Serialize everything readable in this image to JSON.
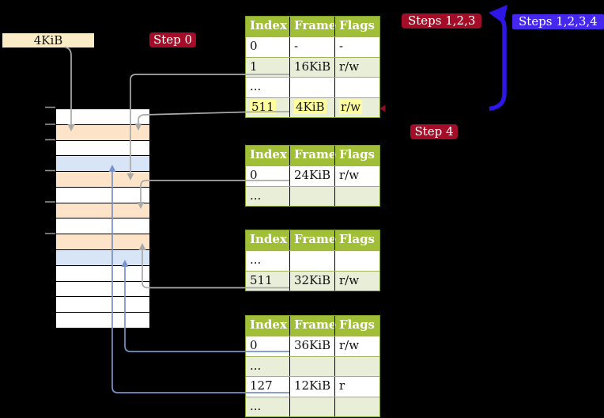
{
  "labels": {
    "page_size_box": "4KiB",
    "step0_badge": "Step 0",
    "steps123_badge": "Steps 1,2,3",
    "steps1234_badge": "Steps 1,2,3,4",
    "step4_badge": "Step 4"
  },
  "colors": {
    "badge_red": "#a30d28",
    "badge_blue": "#4527ee",
    "thick_arrow_blue": "#2e17e6",
    "connector_gray": "#a9a9a9",
    "connector_blue": "#7792c8",
    "tick_gray": "#909090",
    "table_header_green": "#a1bf36",
    "table_shaded_row_green": "#e9eed9",
    "highlight_yellow": "#ffff9d",
    "stack_white": "#ffffff",
    "stack_peach": "#fde3c7",
    "stack_blue": "#d8e5f6",
    "label_box_cream": "#f9ecc6",
    "mini_arrow_red": "#8c0f26"
  },
  "page_tables": [
    {
      "name": "page-table-top",
      "headers": [
        "Index",
        "Frame",
        "Flags"
      ],
      "rows": [
        {
          "cells": [
            "0",
            "-",
            "-"
          ],
          "shaded": false,
          "highlighted": false
        },
        {
          "cells": [
            "1",
            "16KiB",
            "r/w"
          ],
          "shaded": true,
          "highlighted": false
        },
        {
          "cells": [
            "...",
            "",
            ""
          ],
          "shaded": false,
          "highlighted": false
        },
        {
          "cells": [
            "511",
            "4KiB",
            "r/w"
          ],
          "shaded": true,
          "highlighted": true
        }
      ]
    },
    {
      "name": "page-table-second",
      "headers": [
        "Index",
        "Frame",
        "Flags"
      ],
      "rows": [
        {
          "cells": [
            "0",
            "24KiB",
            "r/w"
          ],
          "shaded": false,
          "highlighted": false
        },
        {
          "cells": [
            "...",
            "",
            ""
          ],
          "shaded": true,
          "highlighted": false
        }
      ]
    },
    {
      "name": "page-table-third",
      "headers": [
        "Index",
        "Frame",
        "Flags"
      ],
      "rows": [
        {
          "cells": [
            "...",
            "",
            ""
          ],
          "shaded": false,
          "highlighted": false
        },
        {
          "cells": [
            "511",
            "32KiB",
            "r/w"
          ],
          "shaded": true,
          "highlighted": false
        }
      ]
    },
    {
      "name": "page-table-bottom",
      "headers": [
        "Index",
        "Frame",
        "Flags"
      ],
      "rows": [
        {
          "cells": [
            "0",
            "36KiB",
            "r/w"
          ],
          "shaded": false,
          "highlighted": false
        },
        {
          "cells": [
            "...",
            "",
            ""
          ],
          "shaded": true,
          "highlighted": false
        },
        {
          "cells": [
            "127",
            "12KiB",
            "r"
          ],
          "shaded": false,
          "highlighted": false
        },
        {
          "cells": [
            "...",
            "",
            ""
          ],
          "shaded": true,
          "highlighted": false
        }
      ]
    }
  ],
  "memory_stack": {
    "rows": [
      "white",
      "peach",
      "white",
      "blue",
      "peach",
      "white",
      "peach",
      "white",
      "peach",
      "blue",
      "white",
      "white",
      "white",
      "white"
    ]
  }
}
